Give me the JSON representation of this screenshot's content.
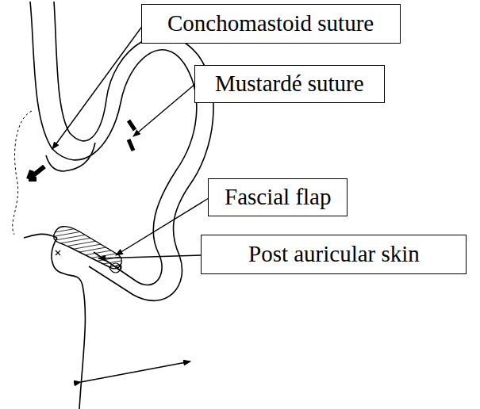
{
  "diagram": {
    "nodes": [
      {
        "text": [
          "Conchomastoid suture"
        ]
      },
      {
        "text": [
          "Mustardé suture"
        ]
      },
      {
        "text": [
          "Fascial flap"
        ]
      },
      {
        "text": [
          "Post auricular skin"
        ]
      }
    ]
  }
}
